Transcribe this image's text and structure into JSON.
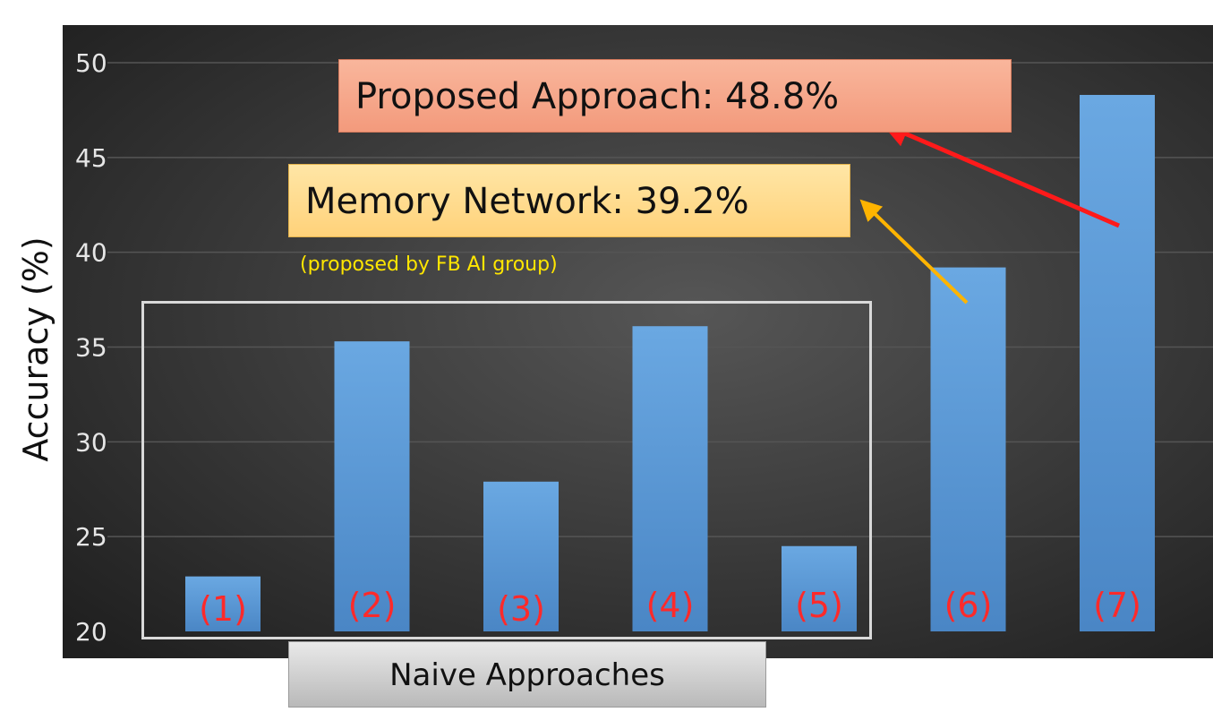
{
  "chart_data": {
    "type": "bar",
    "categories": [
      "(1)",
      "(2)",
      "(3)",
      "(4)",
      "(5)",
      "(6)",
      "(7)"
    ],
    "values": [
      22.9,
      35.3,
      27.9,
      36.1,
      24.5,
      39.2,
      48.3
    ],
    "ylabel": "Accuracy (%)",
    "ylim": [
      20,
      50
    ],
    "yticks": [
      20,
      25,
      30,
      35,
      40,
      45,
      50
    ],
    "grid": true,
    "legend": "none"
  },
  "annotations": {
    "proposed": "Proposed Approach: 48.8%",
    "memory_network": "Memory Network: 39.2%",
    "memory_network_note": "(proposed by FB AI group)",
    "naive_group": "Naive Approaches"
  },
  "colors": {
    "chart_background": "#3a3a3a",
    "bar": "#5b9bd5",
    "category_label": "#ff2a2a",
    "tick_label": "#e6e6e6",
    "gridline": "#555555",
    "proposed_arrow": "#ff1a1a",
    "memory_arrow": "#ffb400"
  }
}
